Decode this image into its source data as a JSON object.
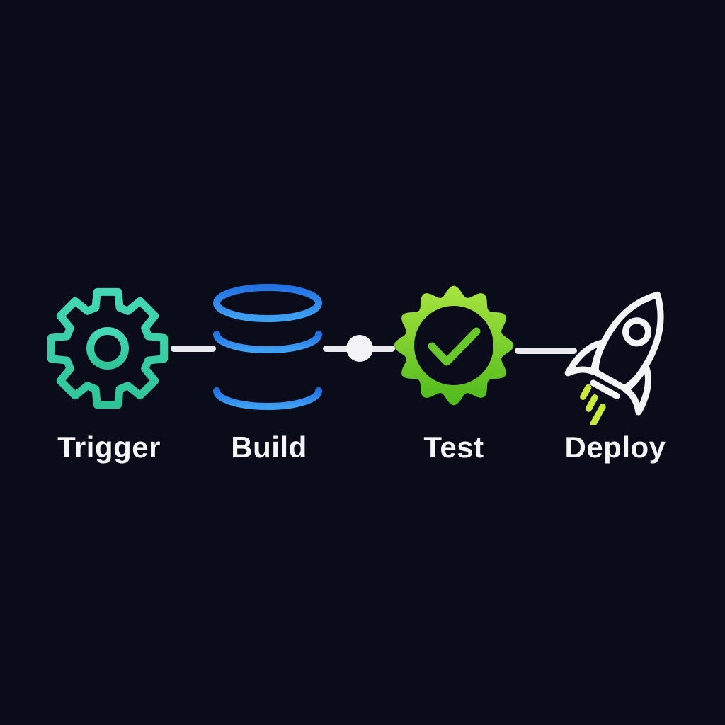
{
  "diagram": {
    "kind": "pipeline-flow",
    "background_color": "#0a0d19",
    "text_color": "#f4f5f7"
  },
  "stages": [
    {
      "label": "Trigger",
      "icon": "gear-icon",
      "color": "#3bd1ab"
    },
    {
      "label": "Build",
      "icon": "database-icon",
      "color": "#2f8ceb"
    },
    {
      "label": "Test",
      "icon": "badge-check-icon",
      "color": "#6cc92c"
    },
    {
      "label": "Deploy",
      "icon": "rocket-icon",
      "color": "#f3f4f6"
    }
  ],
  "connectors": {
    "line_color": "#e9e9ee",
    "dot_color": "#f3f3f5",
    "count": 3,
    "dot_between": [
      "Build",
      "Test"
    ]
  },
  "colors": {
    "background": "#0a0d19",
    "gear_teal_light": "#44d8b4",
    "gear_teal_dark": "#2fc498",
    "db_blue_top": "#2472e2",
    "db_blue_bottom": "#3fa0f2",
    "badge_green_light": "#a9e43f",
    "badge_green_dark": "#4eba1d",
    "check_green": "#68c72a",
    "rocket_white": "#f3f4f6",
    "flame_lime": "#c9ea3b"
  }
}
